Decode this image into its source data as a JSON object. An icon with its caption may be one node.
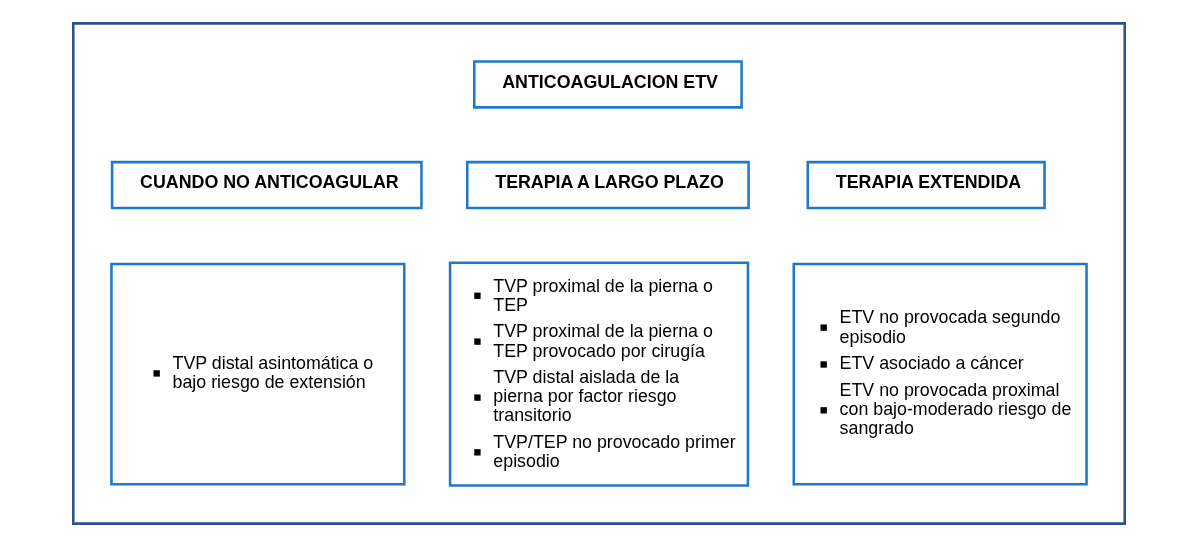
{
  "diagram": {
    "nodes": [
      {
        "text": [],
        "shape": "box"
      },
      {
        "text": [
          "ANTICOAGULACION ETV"
        ],
        "in": 0
      },
      {
        "text": [
          "CUANDO NO ANTICOAGULAR"
        ],
        "in": 0
      },
      {
        "text": [
          "TERAPIA A LARGO PLAZO"
        ],
        "in": 0
      },
      {
        "text": [
          "TERAPIA EXTENDIDA"
        ],
        "in": 0
      },
      {
        "text": [
          "TVP distal asintomática o bajo riesgo de extensión"
        ],
        "in": 0
      },
      {
        "text": [
          "TVP proximal de la pierna o TEP",
          "TVP proximal de la pierna o TEP provocado por cirugía",
          "TVP distal aislada de la pierna por factor riesgo transitorio",
          "TVP/TEP no provocado primer episodio"
        ],
        "in": 0
      },
      {
        "text": [
          "ETV no provocada segundo episodio",
          "ETV asociado a cáncer",
          "ETV no provocada proximal con bajo-moderado riesgo de sangrado"
        ],
        "in": 0
      }
    ],
    "edges": []
  }
}
